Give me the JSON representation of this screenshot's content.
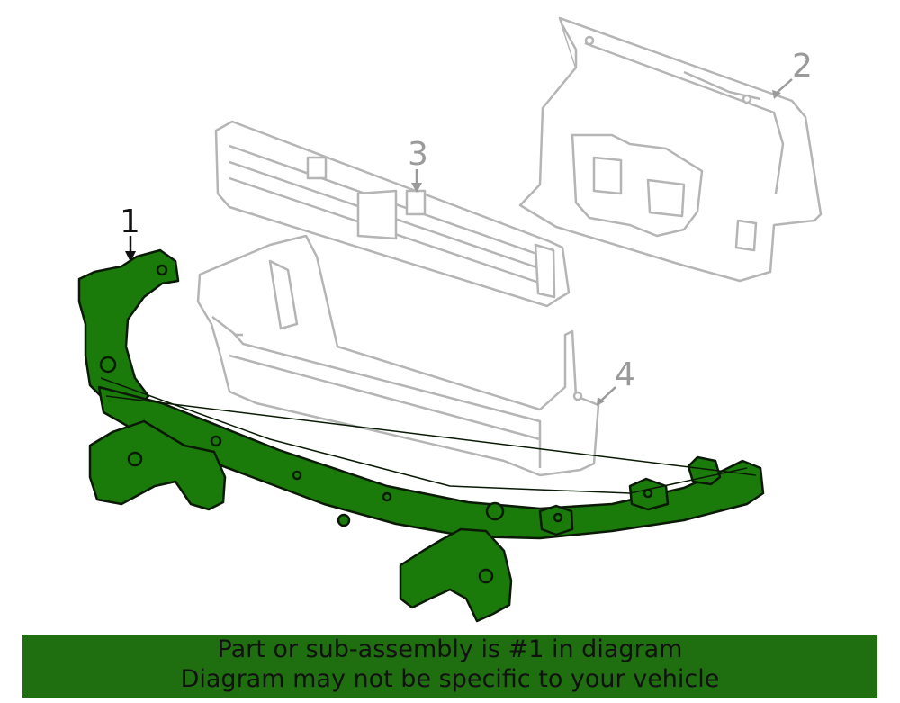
{
  "callouts": [
    {
      "id": "1",
      "label": "1"
    },
    {
      "id": "2",
      "label": "2"
    },
    {
      "id": "3",
      "label": "3"
    },
    {
      "id": "4",
      "label": "4"
    }
  ],
  "colors": {
    "highlight_fill": "#1a7a0a",
    "highlight_stroke": "#0a1a05",
    "other_parts": "#b5b5b5",
    "banner_bg": "#1f6e10",
    "callout_active": "#111111",
    "callout_inactive": "#9a9a9a"
  },
  "banner": {
    "line1": "Part or sub-assembly is #1 in diagram",
    "line2": "Diagram may not be specific to your vehicle"
  }
}
